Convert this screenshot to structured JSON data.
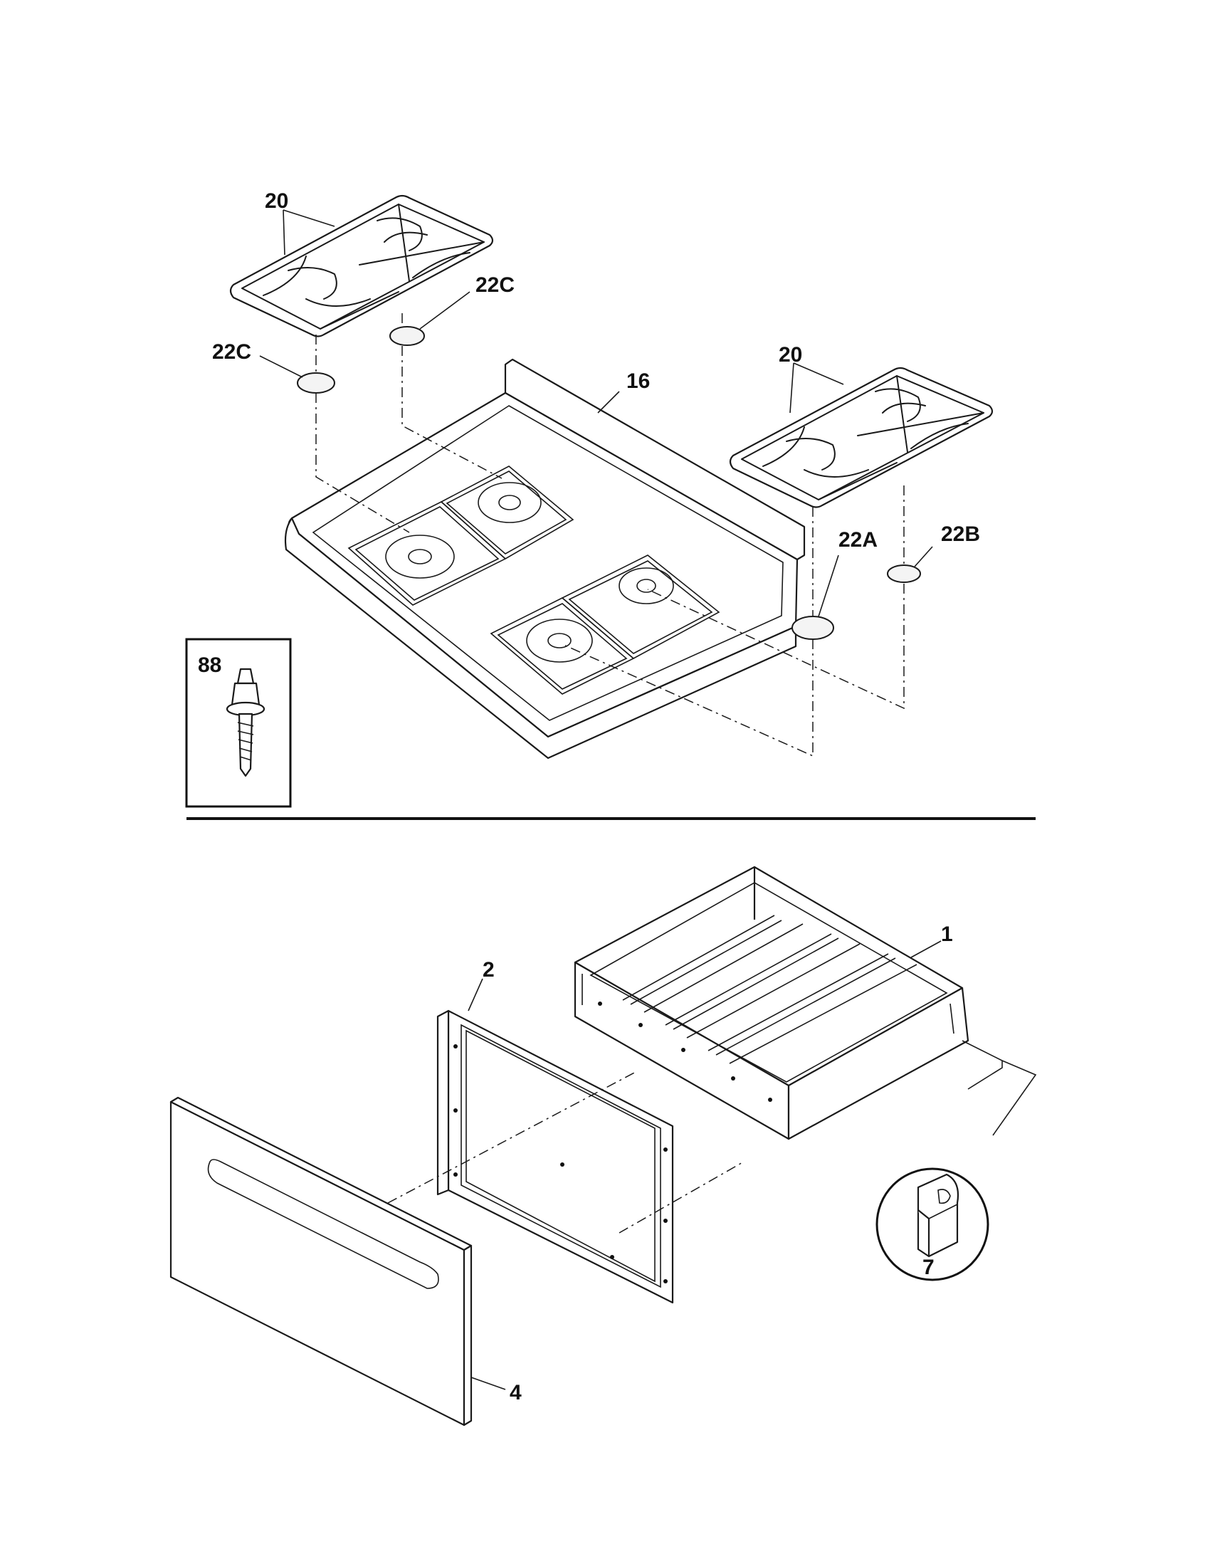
{
  "labels": {
    "grate_top_left": "20",
    "cap_22c_right": "22C",
    "cap_22c_left": "22C",
    "cooktop": "16",
    "grate_right": "20",
    "cap_22a": "22A",
    "cap_22b": "22B",
    "screw_box": "88",
    "drawer_body": "1",
    "drawer_liner": "2",
    "drawer_panel": "4",
    "clip": "7"
  }
}
